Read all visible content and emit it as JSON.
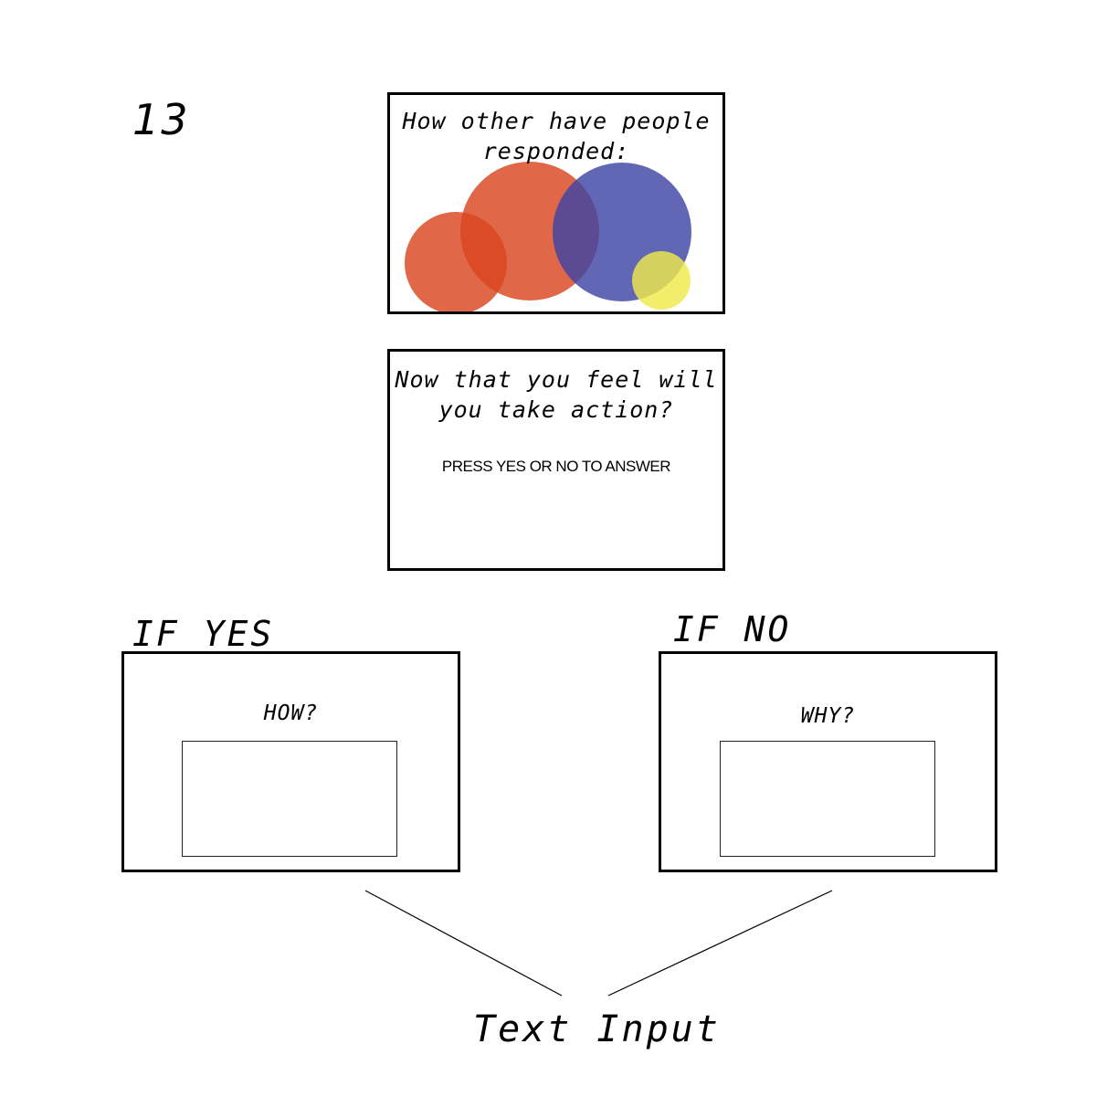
{
  "page_number": "13",
  "results_panel": {
    "title": "How other have people responded:",
    "bubble_colors": [
      "#d9451f",
      "#3e46a3",
      "#efe94a"
    ]
  },
  "question_panel": {
    "title": "Now that you feel will\nyou take action?",
    "instruction": "PRESS YES OR NO TO ANSWER"
  },
  "yes_branch": {
    "label": "IF YES",
    "prompt": "HOW?"
  },
  "no_branch": {
    "label": "IF NO",
    "prompt": "WHY?"
  },
  "annotation": "Text Input"
}
